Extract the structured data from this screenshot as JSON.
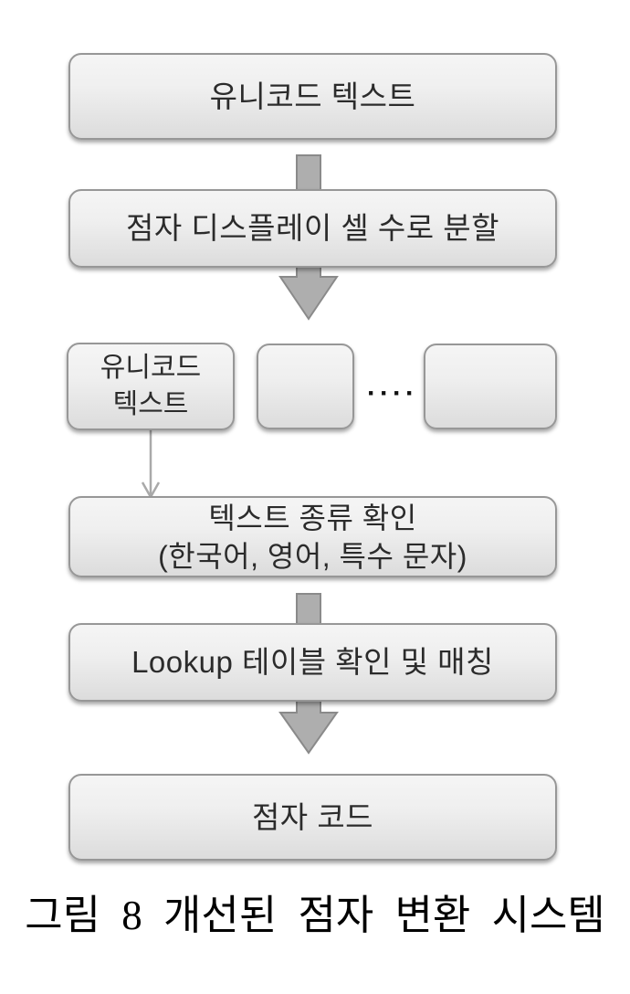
{
  "diagram": {
    "nodes": {
      "unicode_text": {
        "label": "유니코드 텍스트"
      },
      "split_cells": {
        "label": "점자 디스플레이 셀 수로 분할"
      },
      "cell_first": {
        "line1": "유니코드",
        "line2": "텍스트"
      },
      "ellipsis": {
        "label": "····"
      },
      "check_type": {
        "line1": "텍스트 종류 확인",
        "line2": "(한국어, 영어, 특수 문자)"
      },
      "lookup_match": {
        "label": "Lookup 테이블 확인 및 매칭"
      },
      "braille_code": {
        "label": "점자 코드"
      }
    },
    "caption": "그림 8 개선된 점자 변환 시스템"
  },
  "colors": {
    "box_fill_top": "#f5f5f5",
    "box_fill_bottom": "#dcdcdc",
    "box_border": "#979797",
    "arrow_fill": "#aeaeae",
    "arrow_border": "#8a8a8a",
    "thin_arrow": "#a9a9a9",
    "node_text": "#2b2b2b",
    "caption_text": "#000000",
    "background": "#ffffff"
  }
}
